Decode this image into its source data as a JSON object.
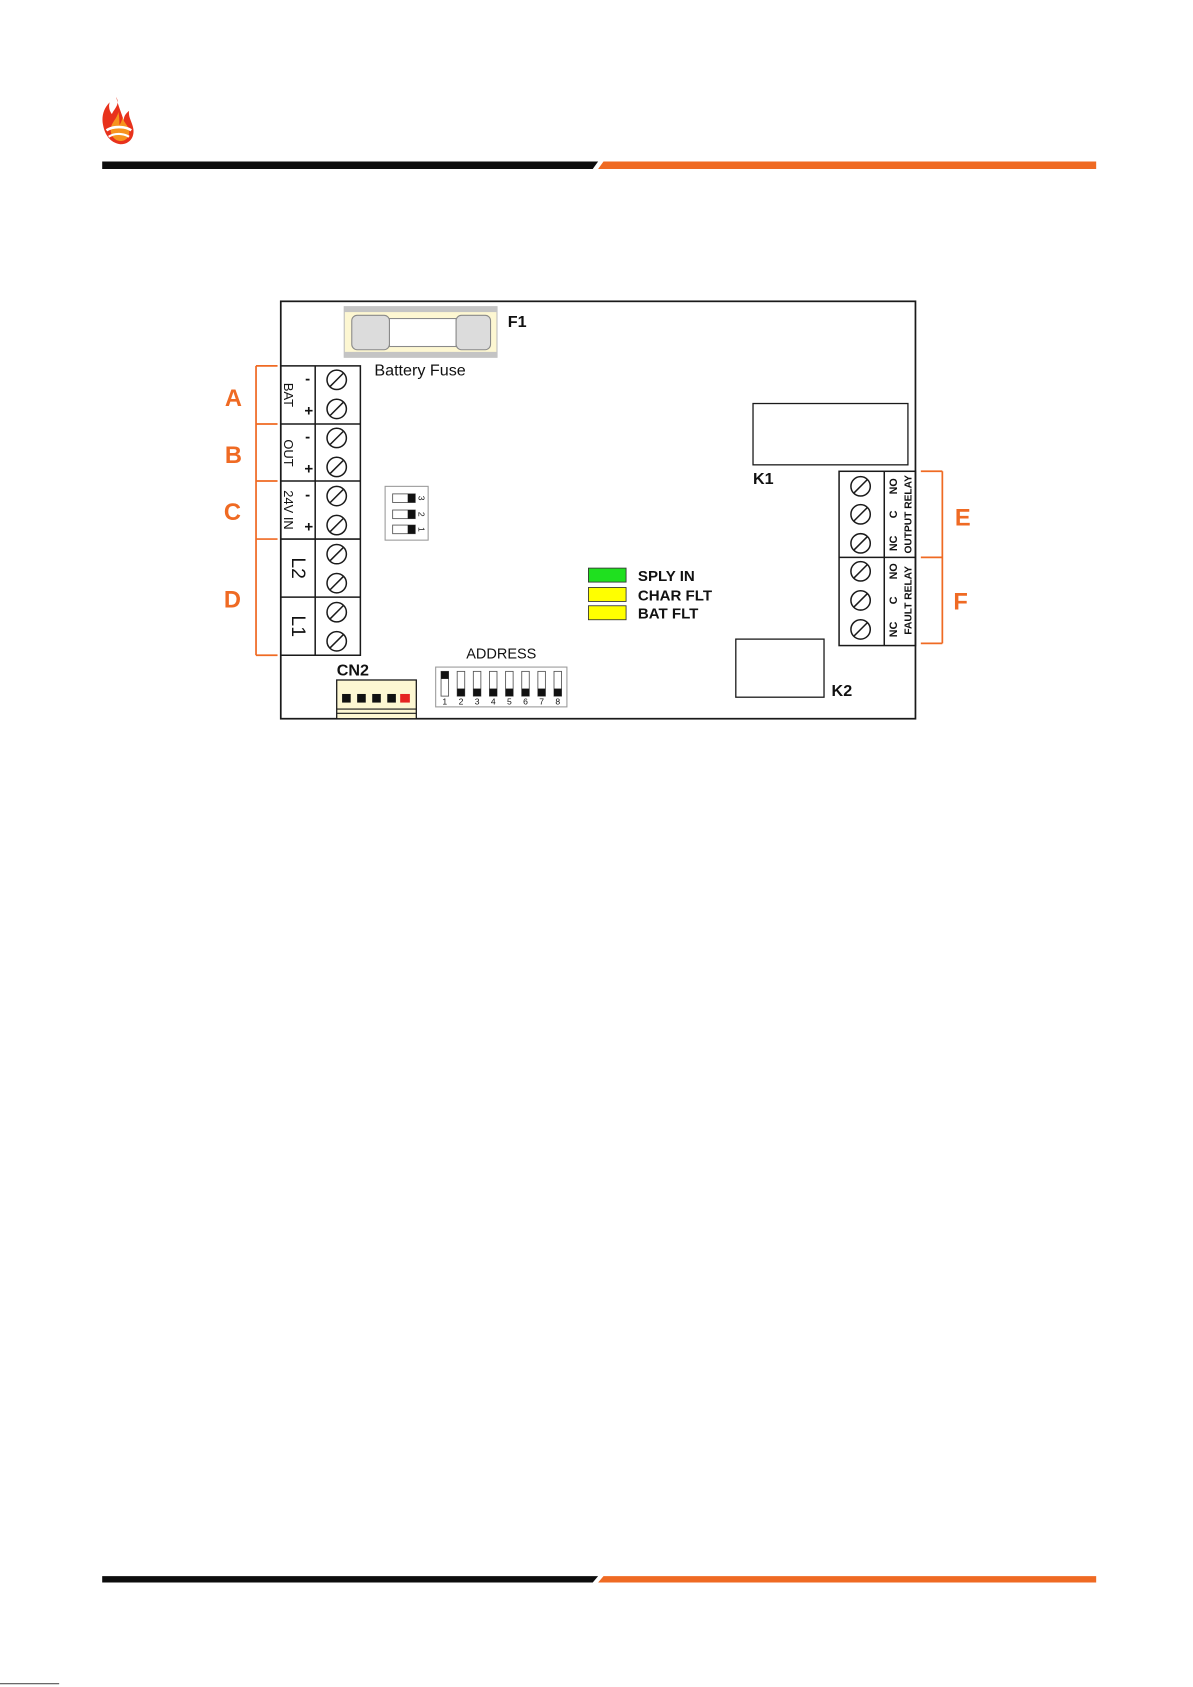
{
  "logo": {
    "icon": "flame-logo-icon"
  },
  "colors": {
    "accent_orange": "#ef6a23",
    "rule_black": "#0d0d0d",
    "fuse_body": "#fdf7d2",
    "connector_body": "#fdf7d2"
  },
  "fuse": {
    "ref": "F1",
    "label": "Battery Fuse"
  },
  "left_terminals": {
    "bat": {
      "letter": "A",
      "label": "BAT",
      "minus": "-",
      "plus": "+"
    },
    "out": {
      "letter": "B",
      "label": "OUT",
      "minus": "-",
      "plus": "+"
    },
    "in24v": {
      "letter": "C",
      "label": "24V IN",
      "minus": "-",
      "plus": "+"
    },
    "loop": {
      "letter": "D",
      "l2": "L2",
      "l1": "L1"
    }
  },
  "config_switch": {
    "numbers": [
      "3",
      "2",
      "1"
    ],
    "on": [
      true,
      true,
      true
    ]
  },
  "relays": {
    "k1": "K1",
    "k2": "K2"
  },
  "right_terminals": {
    "output_relay": {
      "letter": "E",
      "title": "OUTPUT RELAY",
      "pins": [
        "NO",
        "C",
        "NC"
      ]
    },
    "fault_relay": {
      "letter": "F",
      "title": "FAULT RELAY",
      "pins": [
        "NO",
        "C",
        "NC"
      ]
    }
  },
  "leds": [
    {
      "label": "SPLY IN",
      "color": "#1fe01f"
    },
    {
      "label": "CHAR FLT",
      "color": "#ffff00"
    },
    {
      "label": "BAT FLT",
      "color": "#ffff00"
    }
  ],
  "connector": {
    "ref": "CN2",
    "pin_colors": [
      "#111111",
      "#111111",
      "#111111",
      "#111111",
      "#e52421"
    ]
  },
  "address_switch": {
    "label": "ADDRESS",
    "numbers": [
      "1",
      "2",
      "3",
      "4",
      "5",
      "6",
      "7",
      "8"
    ],
    "on": [
      true,
      false,
      false,
      false,
      false,
      false,
      false,
      false
    ]
  }
}
